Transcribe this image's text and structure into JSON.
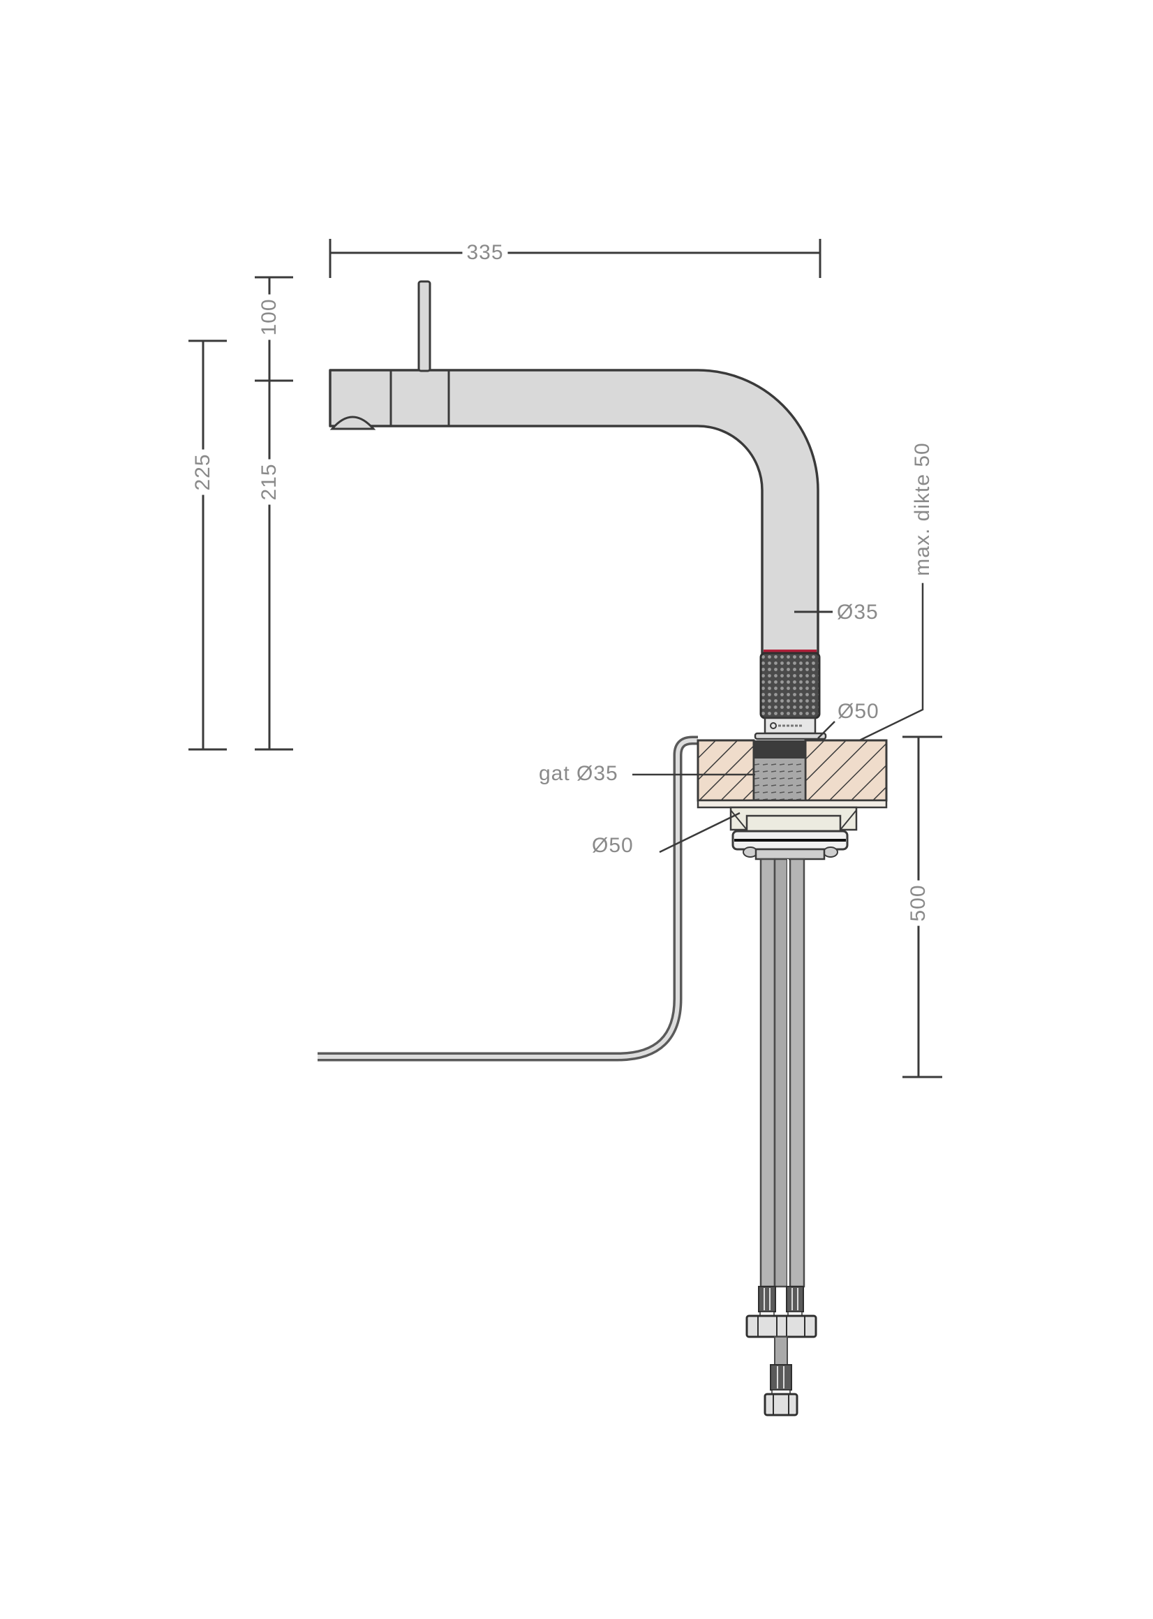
{
  "drawing": {
    "subject": "kitchen tap installation dimension drawing",
    "units": "mm",
    "colors": {
      "background": "#ffffff",
      "line": "#3a3a3a",
      "label": "#8a8a8a",
      "body_fill": "#d9d9d9",
      "countertop_fill": "#efdccb",
      "hatch": "#3a3a3a",
      "knurl": "#4a4a4a",
      "accent_ring": "#b0203a",
      "hose_fill": "#b5b5b5"
    }
  },
  "dimensions": {
    "width_total": "335",
    "handle_height": "100",
    "spout_height_total": "225",
    "spout_clearance": "215",
    "hose_length": "500",
    "countertop_max_thickness": "max. dikte 50"
  },
  "callouts": {
    "tube_diameter": "Ø35",
    "collar_diameter": "Ø50",
    "hole_diameter": "gat Ø35",
    "underside_diameter": "Ø50"
  },
  "components": [
    {
      "name": "spout",
      "label": ""
    },
    {
      "name": "handle-lever",
      "label": ""
    },
    {
      "name": "knurled-collar",
      "label": ""
    },
    {
      "name": "countertop",
      "label": ""
    },
    {
      "name": "mounting-nut",
      "label": ""
    },
    {
      "name": "supply-hoses",
      "label": ""
    },
    {
      "name": "pull-out-hose",
      "label": ""
    }
  ]
}
